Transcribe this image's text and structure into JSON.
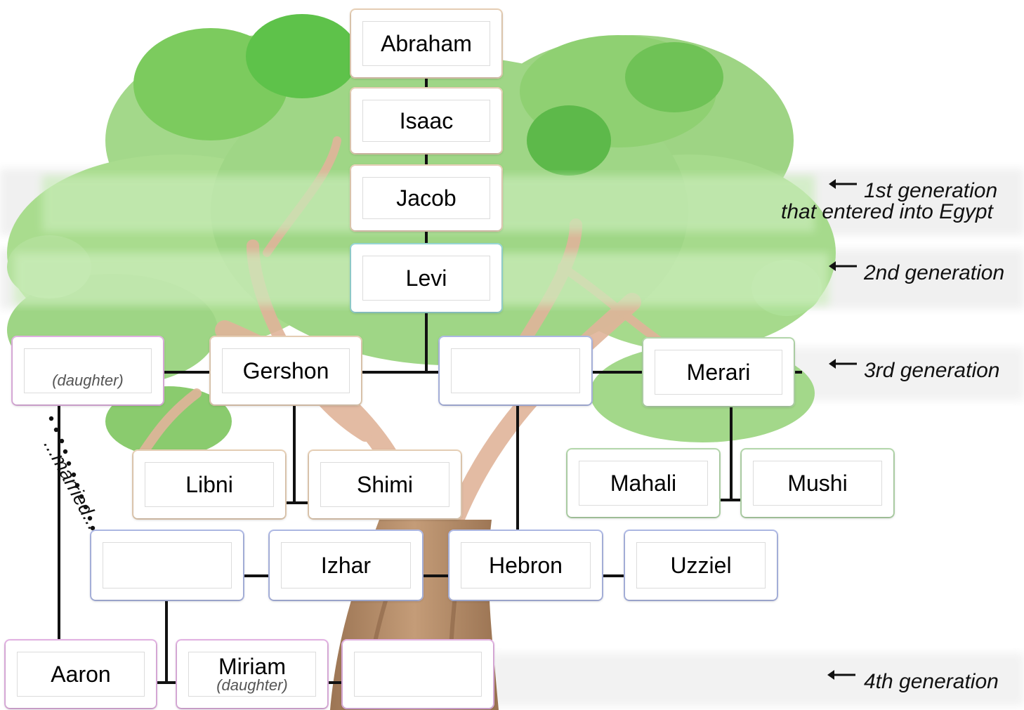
{
  "colors": {
    "leaf_light": "#a8dc8a",
    "leaf_mid": "#7cc95a",
    "leaf_dark": "#5ab540",
    "trunk": "#b08a66",
    "branch": "#e0b49a",
    "band": "#eeeeee"
  },
  "people": {
    "abraham": "Abraham",
    "isaac": "Isaac",
    "jacob": "Jacob",
    "levi": "Levi",
    "gershon": "Gershon",
    "merari": "Merari",
    "libni": "Libni",
    "shimi": "Shimi",
    "mahali": "Mahali",
    "mushi": "Mushi",
    "izhar": "Izhar",
    "hebron": "Hebron",
    "uzziel": "Uzziel",
    "aaron": "Aaron",
    "miriam": "Miriam"
  },
  "notes": {
    "daughter": "(daughter)",
    "miriam_daughter": "(daughter)",
    "married": "...married..."
  },
  "generations": {
    "first_line1": "1st generation",
    "first_line2": "that entered into Egypt",
    "second": "2nd generation",
    "third": "3rd generation",
    "fourth": "4th generation"
  }
}
